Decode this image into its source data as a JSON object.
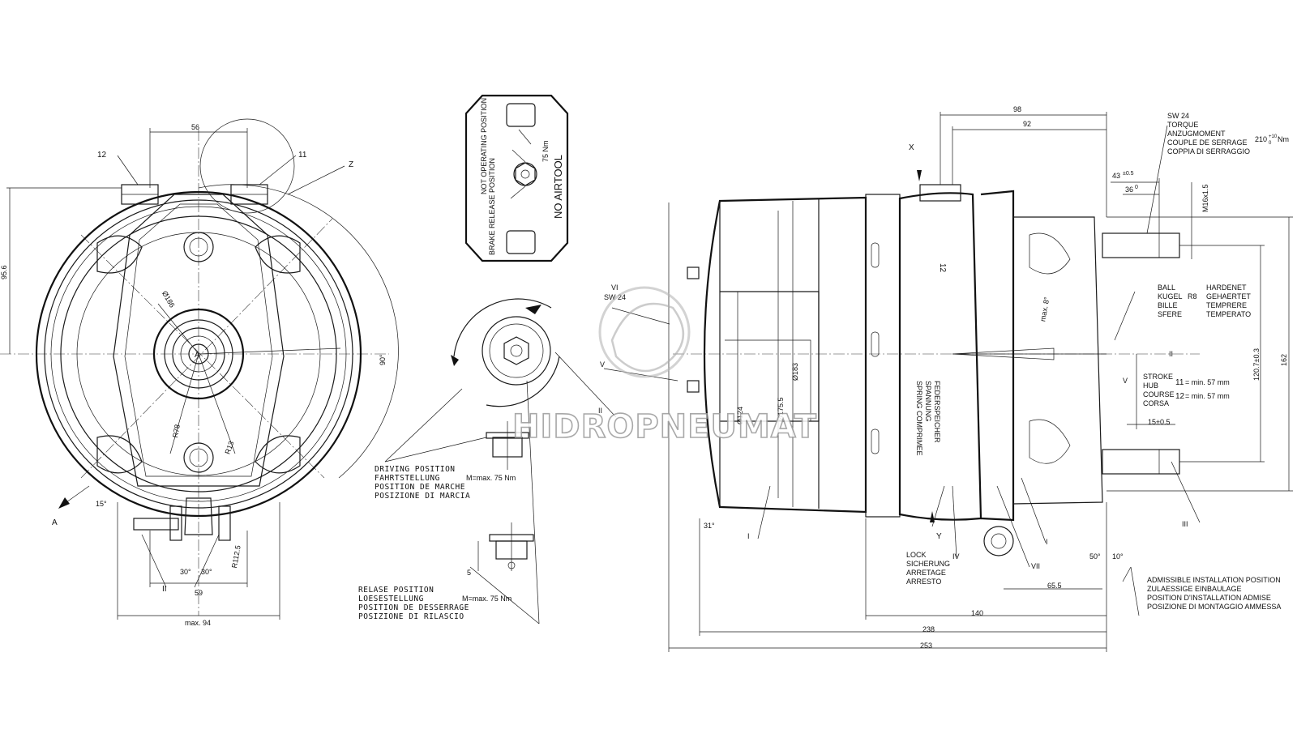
{
  "watermark": "HIDROPNEUMAT",
  "front_view": {
    "callouts": {
      "c12": "12",
      "c11": "11",
      "z": "Z",
      "a": "A",
      "a_arrow": "A",
      "ii": "II"
    },
    "dims": {
      "d56": "56",
      "d95_6": "95.6",
      "d186": "Ø186",
      "r78": "R78",
      "r13": "R13",
      "r112_5": "R112.5",
      "d59": "59",
      "max94": "max. 94",
      "deg15": "15°",
      "deg90": "90°",
      "deg30a": "30°",
      "deg30b": "30°"
    }
  },
  "label": {
    "no_airtool": "NO AIRTOOL",
    "driving_rot": "NOT OPERATING POSITION",
    "release_rot": "BRAKE RELEASE POSITION",
    "torque": "75 Nm"
  },
  "detail": {
    "vi": "VI",
    "sw24": "SW 24",
    "v": "V",
    "ii": "II"
  },
  "driving_position": {
    "lines": [
      "DRIVING POSITION",
      "FAHRTSTELLUNG",
      "POSITION DE MARCHE",
      "POSIZIONE DI MARCIA"
    ],
    "torque": "M=max. 75 Nm"
  },
  "release_position": {
    "lines": [
      "RELASE POSITION",
      "LOESESTELLUNG",
      "POSITION DE DESSERRAGE",
      "POSIZIONE DI RILASCIO"
    ],
    "torque": "M=max. 75 Nm",
    "dim5": "5"
  },
  "side_view": {
    "dims": {
      "d98": "98",
      "d92": "92",
      "d43": "43",
      "d43_tol": "±0.5",
      "d36": "36",
      "d36_tol": "0",
      "m16": "M16x1.5",
      "d183": "Ø183",
      "d175_5": "Ø175.5",
      "d124": "Ø124",
      "d120_7": "120.7±0.3",
      "d162": "162",
      "d15": "15±0.5",
      "d65_5": "65.5",
      "d140": "140",
      "d238": "238",
      "d253": "253",
      "deg31": "31°",
      "deg8": "max. 8°",
      "deg50": "50°",
      "deg10": "10°"
    },
    "callouts": {
      "x": "X",
      "y": "Y",
      "i1": "I",
      "i2": "I",
      "ii": "II",
      "iii": "III",
      "iv": "IV",
      "v": "V",
      "vii": "VII",
      "c12": "12"
    },
    "housing_text": {
      "t1": "FEDERSPEICHER",
      "t2": "SPANNUNG",
      "t3": "SPRING COMPRIMEE"
    },
    "sw_block": {
      "lines": [
        "SW 24",
        "TORQUE",
        "ANZUGMOMENT",
        "COUPLE DE SERRAGE",
        "COPPIA DI SERRAGGIO"
      ],
      "value": "210",
      "unit": "Nm",
      "tol_plus": "+10",
      "tol_minus": "0"
    },
    "ball_block": {
      "left": [
        "BALL",
        "KUGEL",
        "BILLE",
        "SFERE"
      ],
      "mid": "R8",
      "right": [
        "HARDENET",
        "GEHAERTET",
        "TEMPRERE",
        "TEMPERATO"
      ]
    },
    "stroke_block": {
      "labels": [
        "STROKE",
        "HUB",
        "COURSE",
        "CORSA"
      ],
      "r11": "11",
      "r12": "12",
      "v11": "= min. 57 mm",
      "v12": "= min. 57 mm"
    },
    "lock_block": [
      "LOCK",
      "SICHERUNG",
      "ARRETAGE",
      "ARRESTO"
    ],
    "install_block": [
      "ADMISSIBLE INSTALLATION POSITION",
      "ZULAESSIGE EINBAULAGE",
      "POSITION D'INSTALLATION ADMISE",
      "POSIZIONE DI MONTAGGIO AMMESSA"
    ]
  }
}
